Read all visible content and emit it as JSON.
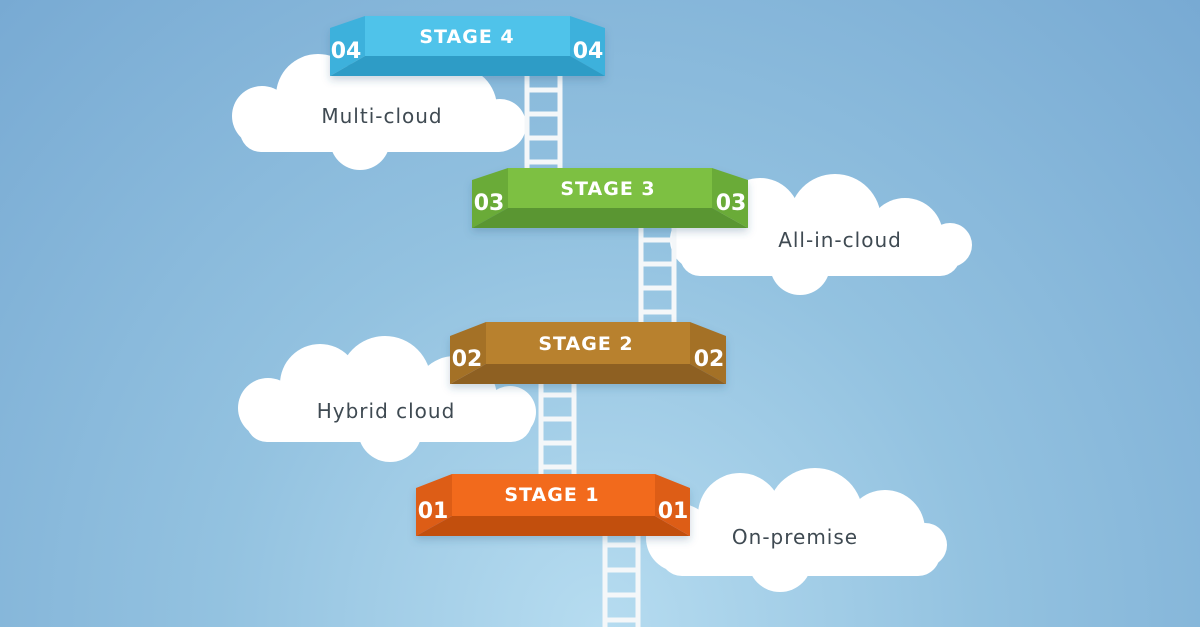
{
  "stages": [
    {
      "number": "01",
      "label": "STAGE 1",
      "caption": "On-premise",
      "color": "#f26a1b",
      "dark": "#c24f0e",
      "side": "#dd5d14"
    },
    {
      "number": "02",
      "label": "STAGE 2",
      "caption": "Hybrid cloud",
      "color": "#b8812e",
      "dark": "#8e6020",
      "side": "#a47128"
    },
    {
      "number": "03",
      "label": "STAGE 3",
      "caption": "All-in-cloud",
      "color": "#7dc043",
      "dark": "#5a9630",
      "side": "#6bab39"
    },
    {
      "number": "04",
      "label": "STAGE 4",
      "caption": "Multi-cloud",
      "color": "#4fc3ea",
      "dark": "#2f9cc6",
      "side": "#3eb1dc"
    }
  ]
}
